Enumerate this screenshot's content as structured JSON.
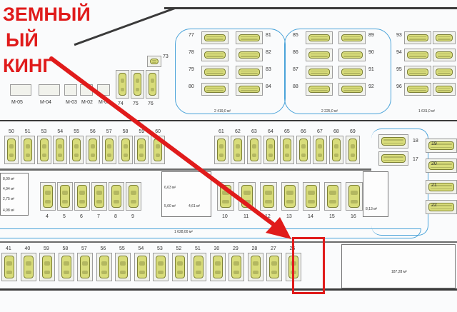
{
  "banner": {
    "line1": "ЗЕМНЫЙ",
    "line2": "ЫЙ",
    "line3": "КИНГ",
    "color": "#e01b1b"
  },
  "spots": {
    "top_left_block": [
      "73",
      "74",
      "75",
      "76"
    ],
    "block_77_84": [
      "77",
      "78",
      "79",
      "80",
      "81",
      "82",
      "83",
      "84"
    ],
    "block_85_92": [
      "85",
      "86",
      "87",
      "88",
      "89",
      "90",
      "91",
      "92"
    ],
    "block_93_96": [
      "93",
      "94",
      "95",
      "96"
    ],
    "row_top_left": [
      "50",
      "51",
      "53",
      "54",
      "55",
      "56",
      "57",
      "58",
      "59",
      "60"
    ],
    "row_top_right": [
      "61",
      "62",
      "63",
      "64",
      "65",
      "66",
      "67",
      "68",
      "69"
    ],
    "mid_left": [
      "4",
      "5",
      "6",
      "7",
      "8",
      "9"
    ],
    "mid_right": [
      "10",
      "11",
      "12",
      "13",
      "14",
      "15",
      "16"
    ],
    "right_col": [
      "17",
      "18",
      "19",
      "20",
      "21",
      "22"
    ],
    "bottom_row": [
      "41",
      "40",
      "59",
      "58",
      "57",
      "56",
      "55",
      "54",
      "53",
      "52",
      "51",
      "30",
      "29",
      "28",
      "27",
      "26"
    ],
    "moto": [
      "М-05",
      "М-04",
      "М-03",
      "М-02",
      "М-01"
    ],
    "highlighted": "27"
  },
  "areas": {
    "a1": "2 419,0 м²",
    "a2": "2 225,0 м²",
    "a3": "1 631,0 м²",
    "a4": "8,00 м²",
    "a5": "4,94 м²",
    "a6": "2,75 м²",
    "a7": "4,98 м²",
    "a8": "6,63 м²",
    "a9": "5,60 м²",
    "a10": "4,61 м²",
    "a11": "8,13 м²",
    "a12": "1 628,00 м²",
    "a13": "187,28 м²"
  },
  "colors": {
    "lane": "#4aa3d9",
    "car": "#d8dc7a",
    "highlight": "#e01b1b"
  }
}
